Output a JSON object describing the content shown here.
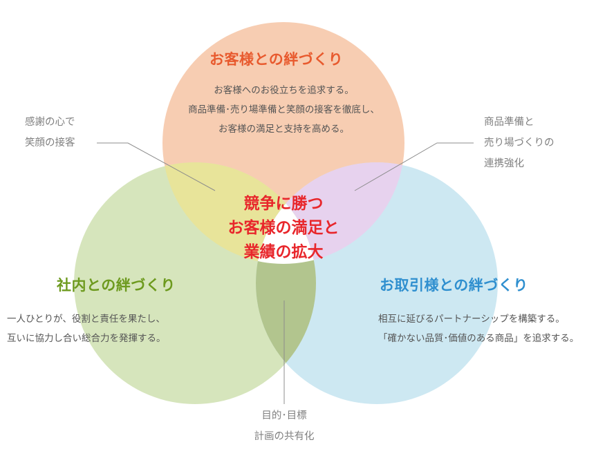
{
  "circles": {
    "customer": {
      "title": "お客様との絆づくり",
      "lines": [
        "お客様へのお役立ちを追求する。",
        "商品準備･売り場準備と笑顔の接客を徹底し、",
        "お客様の満足と支持を高める。"
      ],
      "fill": "#f7cdb2",
      "title_color": "#e85a2e"
    },
    "internal": {
      "title": "社内との絆づくり",
      "lines": [
        "一人ひとりが、役割と責任を果たし、",
        "互いに協力し合い総合力を発揮する。"
      ],
      "fill": "#d6e5bc",
      "title_color": "#6d9a1e"
    },
    "partner": {
      "title": "お取引様との絆づくり",
      "lines": [
        "相互に延びるパートナーシップを構築する。",
        "「確かない品質･価値のある商品」を追求する。"
      ],
      "fill": "#cde8f2",
      "title_color": "#2f8fcf"
    }
  },
  "overlaps": {
    "customer_internal": {
      "fill": "#e8e49a",
      "lines": [
        "感謝の心で",
        "笑顔の接客"
      ]
    },
    "customer_partner": {
      "fill": "#e7d2ee",
      "lines": [
        "商品準備と",
        "売り場づくりの",
        "連携強化"
      ]
    },
    "internal_partner": {
      "fill": "#b2c58e",
      "lines": [
        "目的･目標",
        "計画の共有化"
      ]
    }
  },
  "center": {
    "lines": [
      "競争に勝つ",
      "お客様の満足と",
      "業績の拡大"
    ],
    "color": "#e8262b"
  }
}
